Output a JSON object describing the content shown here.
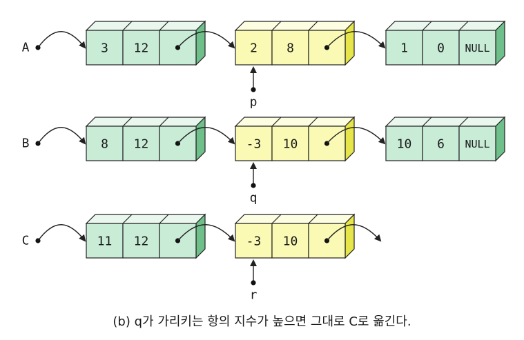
{
  "colors": {
    "green_front": "#c8ecd6",
    "green_top": "#eaf7ef",
    "green_side": "#6fbf8a",
    "yellow_front": "#fafab4",
    "yellow_top": "#fdfde2",
    "yellow_side": "#e6e64a",
    "stroke": "#222222"
  },
  "rows": [
    {
      "label": "A",
      "nodes": [
        {
          "color": "green",
          "cells": [
            "3",
            "12",
            ""
          ],
          "next": true
        },
        {
          "color": "yellow",
          "cells": [
            "2",
            "8",
            ""
          ],
          "next": true
        },
        {
          "color": "green",
          "cells": [
            "1",
            "0",
            "NULL"
          ],
          "next": false
        }
      ],
      "pointer": {
        "node": 1,
        "label": "p"
      },
      "dangling": false
    },
    {
      "label": "B",
      "nodes": [
        {
          "color": "green",
          "cells": [
            "8",
            "12",
            ""
          ],
          "next": true
        },
        {
          "color": "yellow",
          "cells": [
            "-3",
            "10",
            ""
          ],
          "next": true
        },
        {
          "color": "green",
          "cells": [
            "10",
            "6",
            "NULL"
          ],
          "next": false
        }
      ],
      "pointer": {
        "node": 1,
        "label": "q"
      },
      "dangling": false
    },
    {
      "label": "C",
      "nodes": [
        {
          "color": "green",
          "cells": [
            "11",
            "12",
            ""
          ],
          "next": true
        },
        {
          "color": "yellow",
          "cells": [
            "-3",
            "10",
            ""
          ],
          "next": true
        }
      ],
      "pointer": {
        "node": 1,
        "label": "r"
      },
      "dangling": true
    }
  ],
  "caption": "(b) q가 가리키는 항의 지수가 높으면 그대로 C로 옮긴다."
}
